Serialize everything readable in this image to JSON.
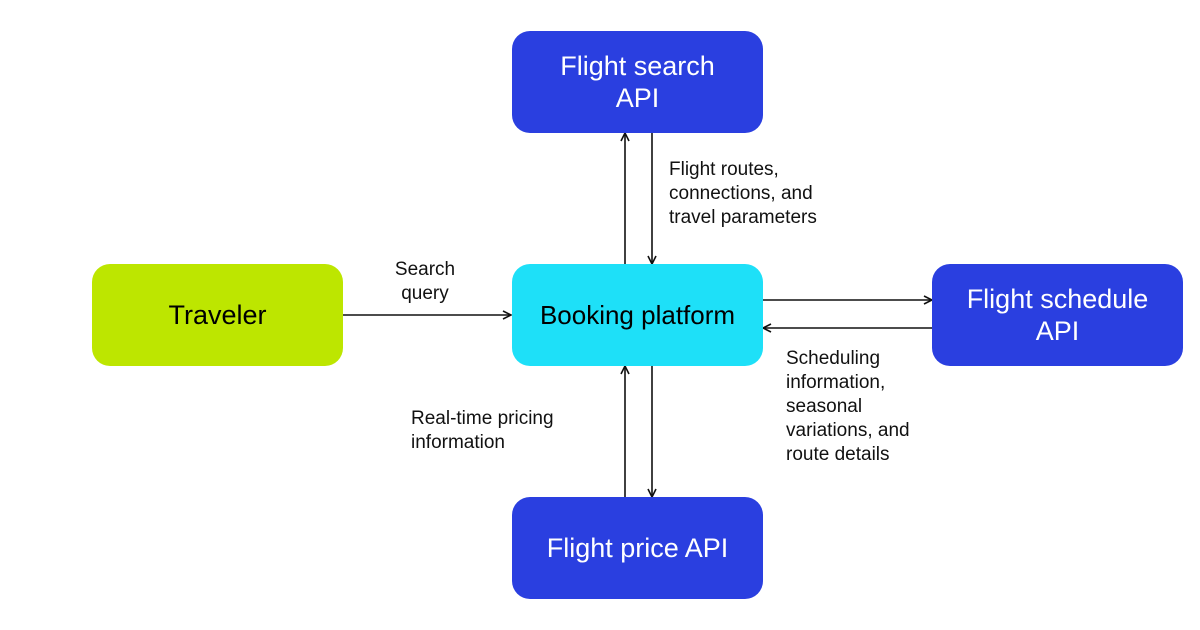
{
  "nodes": {
    "flight_search_api": "Flight search\nAPI",
    "traveler": "Traveler",
    "booking_platform": "Booking platform",
    "flight_schedule_api": "Flight schedule\nAPI",
    "flight_price_api": "Flight price API"
  },
  "edge_labels": {
    "search_query": "Search\nquery",
    "flight_routes": "Flight routes,\nconnections, and\ntravel parameters",
    "scheduling_info": "Scheduling\ninformation,\nseasonal\nvariations, and\nroute details",
    "pricing_info": "Real-time pricing\ninformation"
  },
  "colors": {
    "api_node": "#2a3fe0",
    "platform_node": "#1ee0f8",
    "traveler_node": "#bde600",
    "arrow": "#111111"
  }
}
